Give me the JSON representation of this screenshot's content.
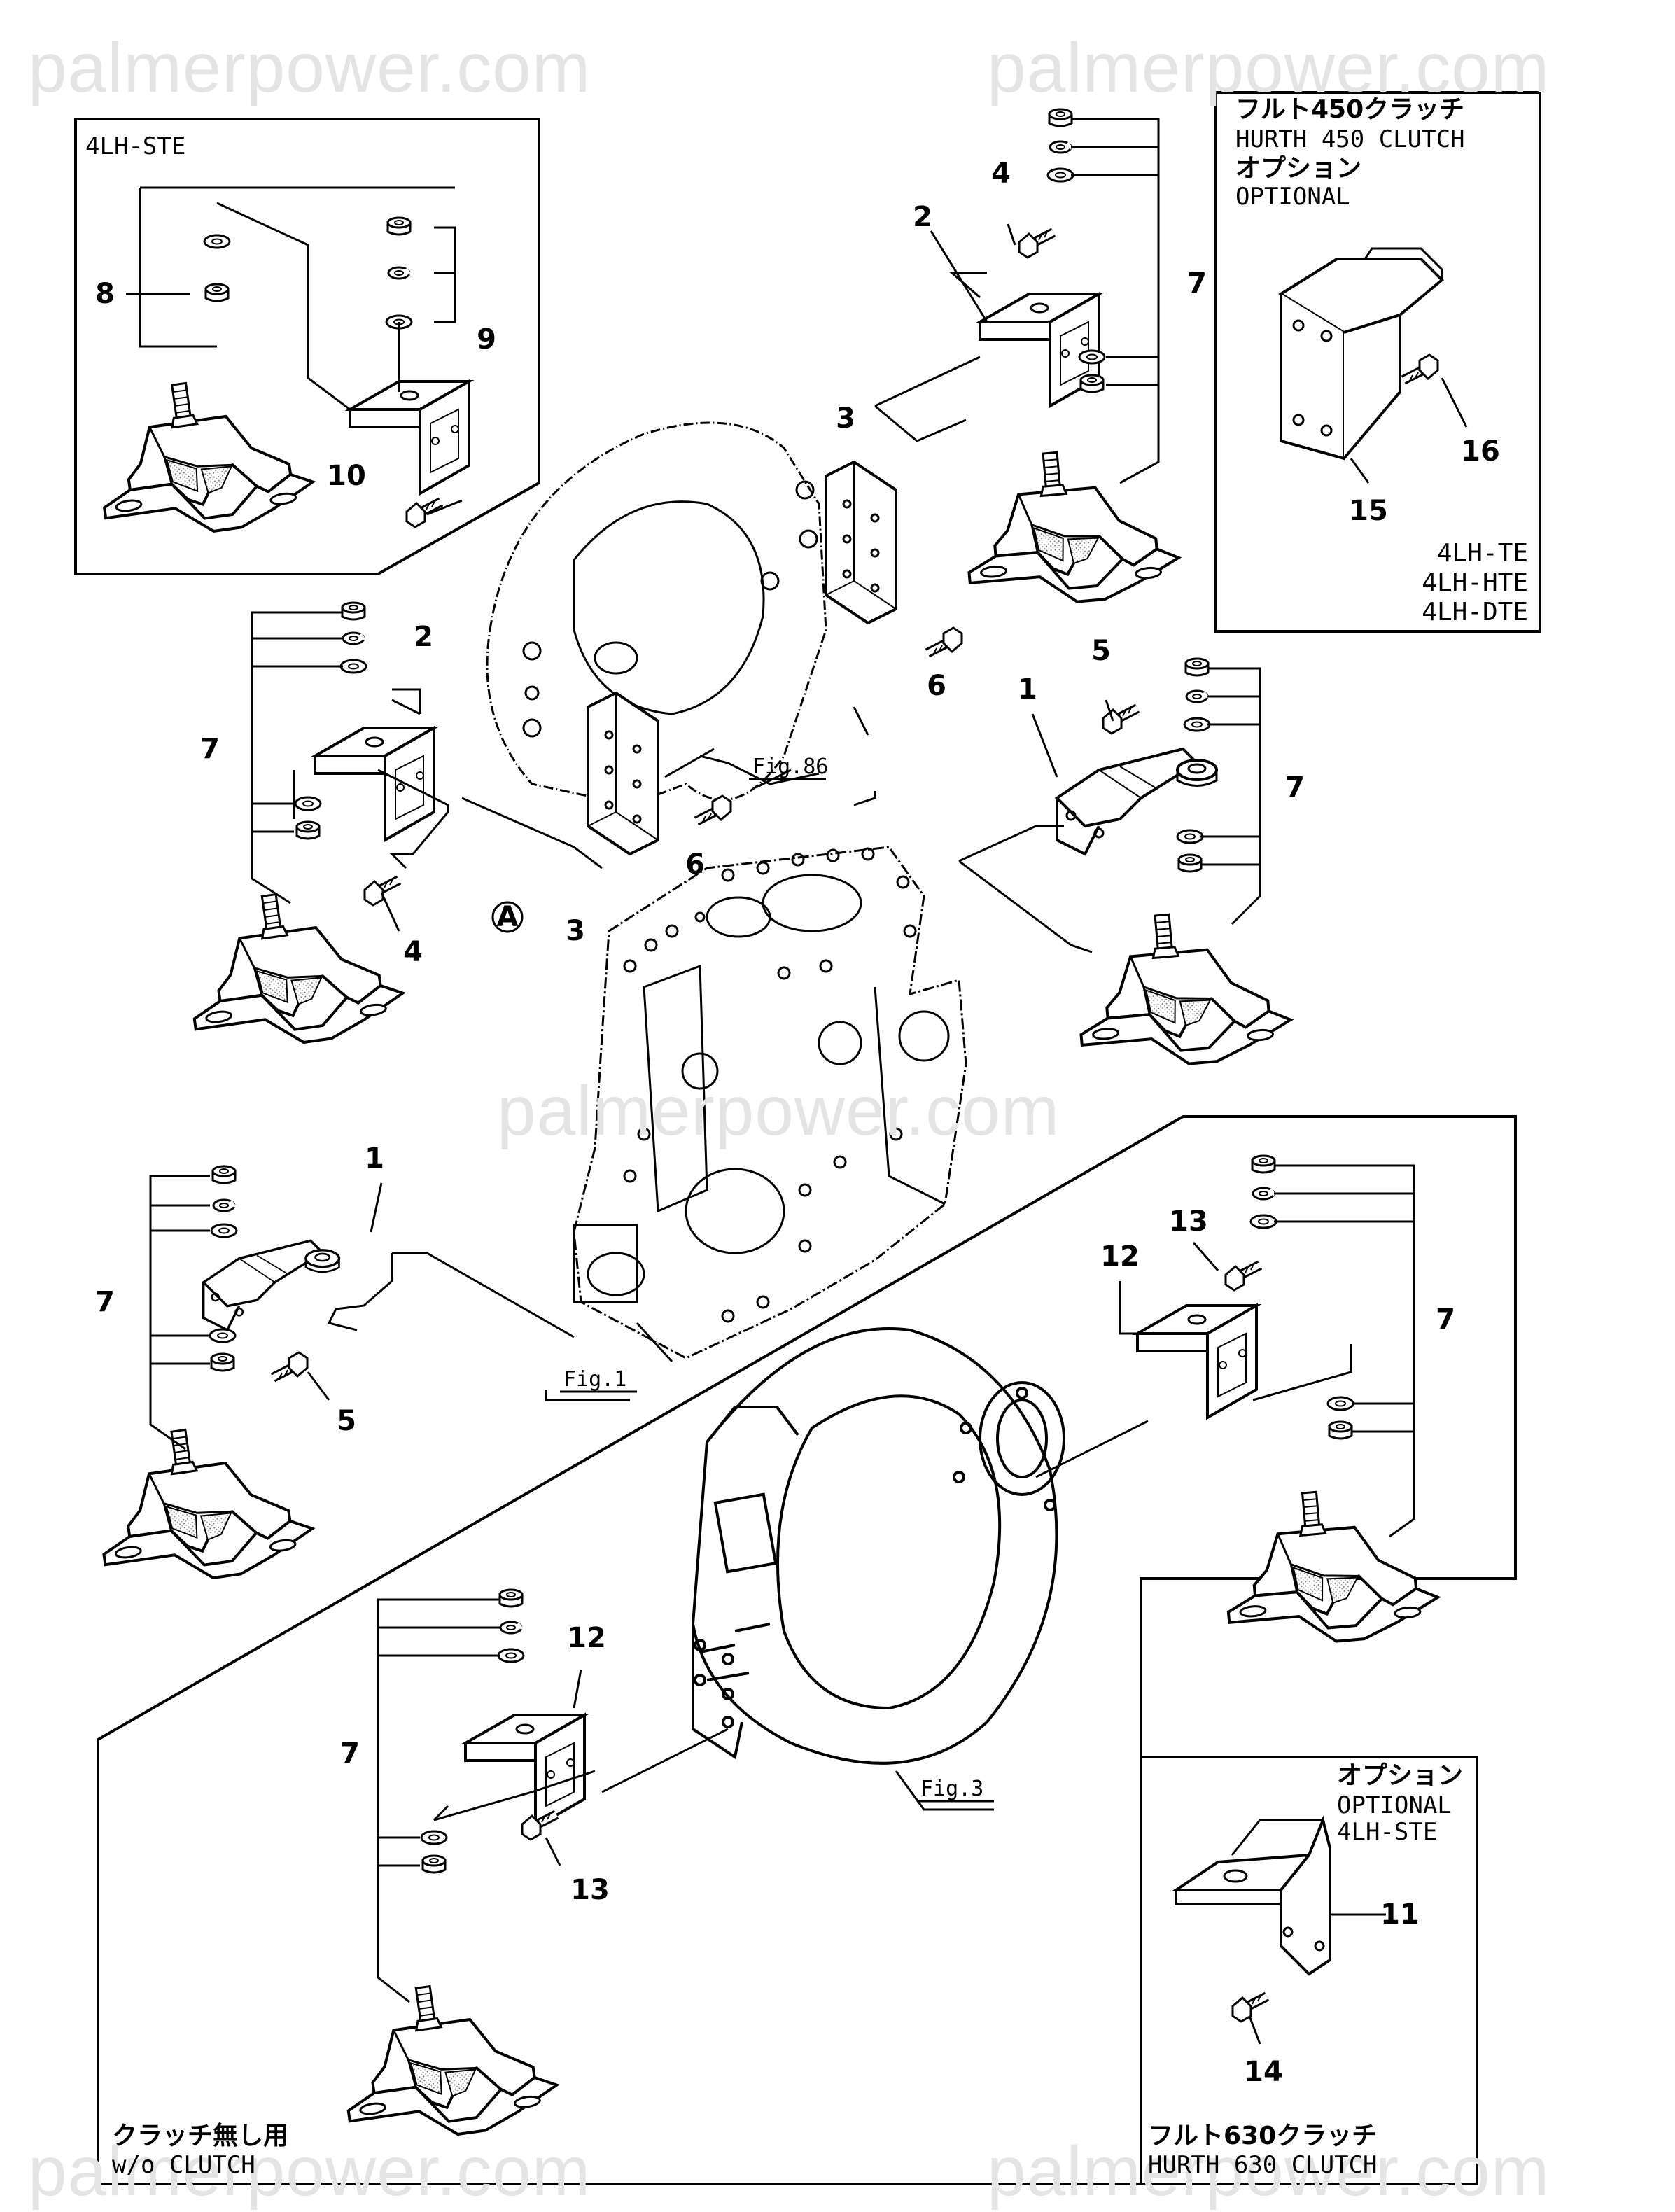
{
  "watermarks": [
    "palmerpower.com",
    "palmerpower.com",
    "palmerpower.com",
    "palmerpower.com",
    "palmerpower.com"
  ],
  "boxes": {
    "top_left": {
      "title": "4LH-STE"
    },
    "top_right": {
      "title_jp": "フルト450クラッチ",
      "title_en": "HURTH 450 CLUTCH",
      "option_jp": "オプション",
      "option_en": "OPTIONAL",
      "models": [
        "4LH-TE",
        "4LH-HTE",
        "4LH-DTE"
      ]
    },
    "bottom_right": {
      "option_jp": "オプション",
      "option_en": "OPTIONAL",
      "model": "4LH-STE",
      "footer_jp": "フルト630クラッチ",
      "footer_en": "HURTH 630 CLUTCH"
    },
    "bottom_left": {
      "footer_jp": "クラッチ無し用",
      "footer_en": "w/o CLUTCH"
    }
  },
  "fig_refs": [
    "Fig.86",
    "Fig.1",
    "Fig.3"
  ],
  "circle_marker": "A",
  "part_numbers": [
    "8",
    "9",
    "10",
    "4",
    "2",
    "7",
    "3",
    "6",
    "16",
    "15",
    "7",
    "2",
    "3",
    "6",
    "4",
    "5",
    "1",
    "7",
    "1",
    "7",
    "5",
    "13",
    "12",
    "7",
    "12",
    "7",
    "13",
    "11",
    "14"
  ]
}
